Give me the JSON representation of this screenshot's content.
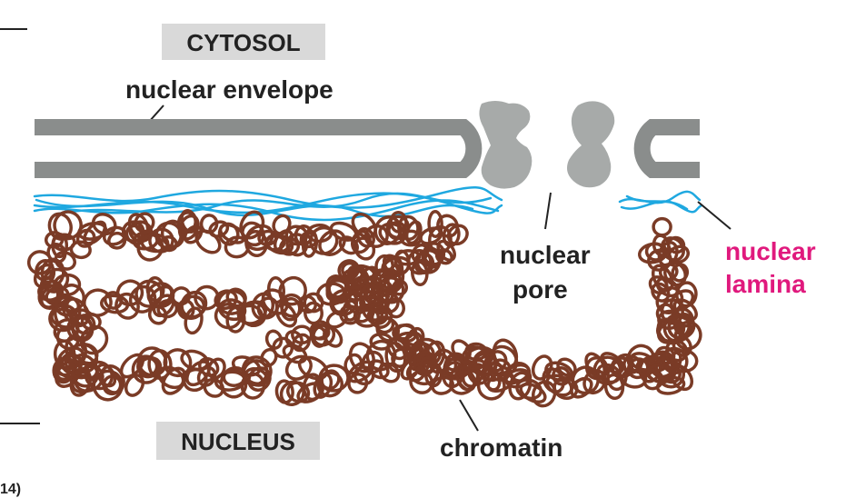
{
  "labels": {
    "cytosol": "CYTOSOL",
    "nuclear_envelope": "nuclear envelope",
    "nuclear_pore_line1": "nuclear",
    "nuclear_pore_line2": "pore",
    "nuclear_lamina_line1": "nuclear",
    "nuclear_lamina_line2": "lamina",
    "nucleus": "NUCLEUS",
    "chromatin": "chromatin",
    "figure_fragment": "14)"
  },
  "colors": {
    "envelope": "#8a8d8c",
    "pore": "#a7aaa9",
    "lamina": "#1fa8e0",
    "chromatin": "#7a3b26",
    "lamina_label": "#e0197d",
    "label_box": "#d9d9d9",
    "text": "#222222"
  }
}
